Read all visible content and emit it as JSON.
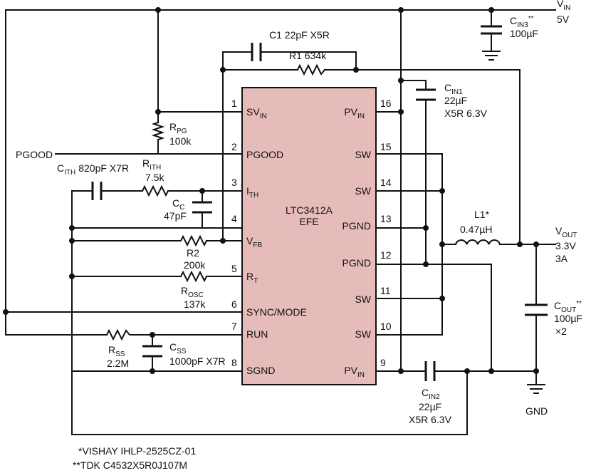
{
  "ic": {
    "name": "LTC3412A",
    "package": "EFE",
    "fill_color": "#e6bcbb"
  },
  "pins_left": [
    {
      "num": "1",
      "name": "SV",
      "sub": "IN"
    },
    {
      "num": "2",
      "name": "PGOOD",
      "sub": ""
    },
    {
      "num": "3",
      "name": "I",
      "sub": "TH"
    },
    {
      "num": "4",
      "name": "",
      "sub": ""
    },
    {
      "num": "",
      "name": "V",
      "sub": "FB"
    },
    {
      "num": "5",
      "name": "R",
      "sub": "T"
    },
    {
      "num": "6",
      "name": "SYNC/MODE",
      "sub": ""
    },
    {
      "num": "7",
      "name": "RUN",
      "sub": ""
    },
    {
      "num": "8",
      "name": "SGND",
      "sub": ""
    }
  ],
  "pins_right": [
    {
      "num": "16",
      "name": "PV",
      "sub": "IN"
    },
    {
      "num": "15",
      "name": "SW",
      "sub": ""
    },
    {
      "num": "14",
      "name": "SW",
      "sub": ""
    },
    {
      "num": "13",
      "name": "PGND",
      "sub": ""
    },
    {
      "num": "12",
      "name": "PGND",
      "sub": ""
    },
    {
      "num": "11",
      "name": "SW",
      "sub": ""
    },
    {
      "num": "10",
      "name": "SW",
      "sub": ""
    },
    {
      "num": "9",
      "name": "PV",
      "sub": "IN"
    }
  ],
  "vin": {
    "name": "V",
    "sub": "IN",
    "value": "5V"
  },
  "vout": {
    "name": "V",
    "sub": "OUT",
    "value1": "3.3V",
    "value2": "3A"
  },
  "gnd_label": "GND",
  "pgood_label": "PGOOD",
  "components": {
    "cin3": {
      "name": "C",
      "sub": "IN3",
      "sup": "**",
      "value": "100µF"
    },
    "c1": {
      "text": "C1 22pF X5R"
    },
    "r1": {
      "text": "R1 634k"
    },
    "cin1": {
      "name": "C",
      "sub": "IN1",
      "value1": "22µF",
      "value2": "X5R 6.3V"
    },
    "rpg": {
      "name": "R",
      "sub": "PG",
      "value": "100k"
    },
    "cith": {
      "name": "C",
      "sub": "ITH",
      "value": "820pF X7R"
    },
    "rith": {
      "name": "R",
      "sub": "ITH",
      "value": "7.5k"
    },
    "cc": {
      "name": "C",
      "sub": "C",
      "value": "47pF"
    },
    "r2": {
      "name": "R2",
      "value": "200k"
    },
    "rosc": {
      "name": "R",
      "sub": "OSC",
      "value": "137k"
    },
    "rss": {
      "name": "R",
      "sub": "SS",
      "value": "2.2M"
    },
    "css": {
      "name": "C",
      "sub": "SS",
      "value": "1000pF X7R"
    },
    "l1": {
      "name": "L1*",
      "value": "0.47µH"
    },
    "cout": {
      "name": "C",
      "sub": "OUT",
      "sup": "**",
      "value1": "100µF",
      "value2": "×2"
    },
    "cin2": {
      "name": "C",
      "sub": "IN2",
      "value1": "22µF",
      "value2": "X5R 6.3V"
    }
  },
  "footnotes": [
    "*VISHAY IHLP-2525CZ-01",
    "**TDK C4532X5R0J107M"
  ]
}
